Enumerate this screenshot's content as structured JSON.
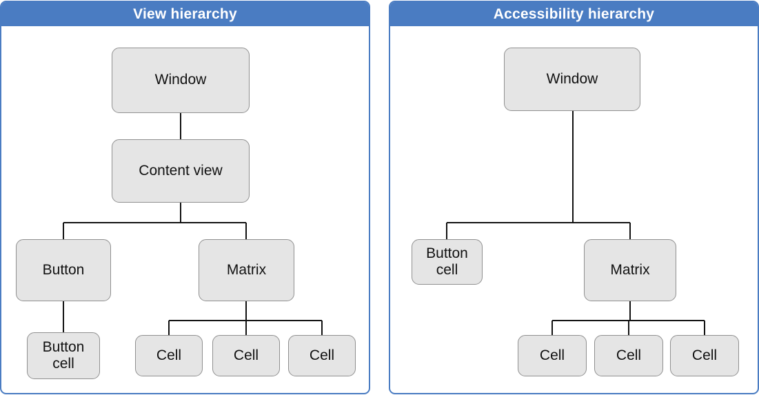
{
  "panels": {
    "view": {
      "title": "View hierarchy",
      "nodes": {
        "window": "Window",
        "content_view": "Content view",
        "button": "Button",
        "matrix": "Matrix",
        "button_cell": "Button cell",
        "cell1": "Cell",
        "cell2": "Cell",
        "cell3": "Cell"
      }
    },
    "accessibility": {
      "title": "Accessibility hierarchy",
      "nodes": {
        "window": "Window",
        "button_cell": "Button cell",
        "matrix": "Matrix",
        "cell1": "Cell",
        "cell2": "Cell",
        "cell3": "Cell"
      }
    }
  },
  "colors": {
    "panel_border": "#4a7cc2",
    "header_background": "#4a7cc2",
    "header_text": "#ffffff",
    "node_fill": "#e5e5e5",
    "node_border": "#8f8f8f",
    "connector_line": "#111111"
  },
  "diagram": {
    "type": "tree",
    "view_hierarchy_edges": [
      [
        "Window",
        "Content view"
      ],
      [
        "Content view",
        "Button"
      ],
      [
        "Content view",
        "Matrix"
      ],
      [
        "Button",
        "Button cell"
      ],
      [
        "Matrix",
        "Cell"
      ],
      [
        "Matrix",
        "Cell"
      ],
      [
        "Matrix",
        "Cell"
      ]
    ],
    "accessibility_hierarchy_edges": [
      [
        "Window",
        "Button cell"
      ],
      [
        "Window",
        "Matrix"
      ],
      [
        "Matrix",
        "Cell"
      ],
      [
        "Matrix",
        "Cell"
      ],
      [
        "Matrix",
        "Cell"
      ]
    ]
  }
}
